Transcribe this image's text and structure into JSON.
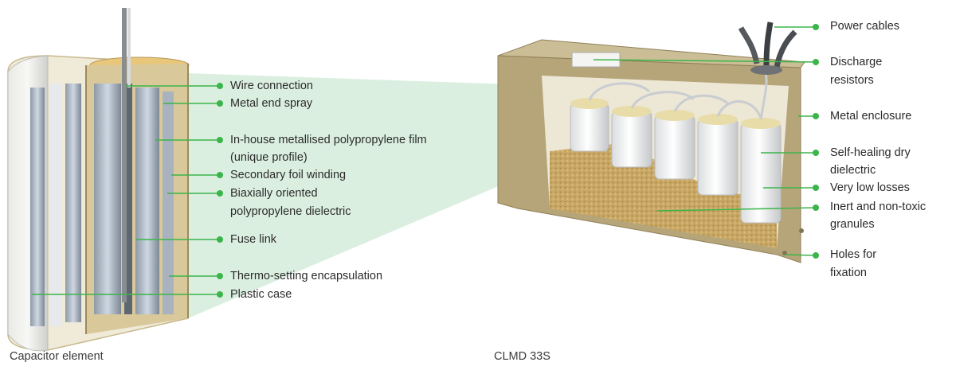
{
  "left_labels": {
    "wire_connection": "Wire connection",
    "metal_end_spray": "Metal end spray",
    "film_line1": "In-house metallised polypropylene film",
    "film_line2": "(unique profile)",
    "secondary_foil": "Secondary foil winding",
    "biax_line1": "Biaxially oriented",
    "biax_line2": "polypropylene dielectric",
    "fuse_link": "Fuse link",
    "thermo": "Thermo-setting encapsulation",
    "plastic_case": "Plastic case"
  },
  "right_labels": {
    "power_cables": "Power cables",
    "discharge_line1": "Discharge",
    "discharge_line2": "resistors",
    "metal_enclosure": "Metal enclosure",
    "self_healing_line1": "Self-healing dry",
    "self_healing_line2": "dielectric",
    "low_losses": "Very low losses",
    "inert_line1": "Inert and non-toxic",
    "inert_line2": "granules",
    "holes_line1": "Holes for",
    "holes_line2": "fixation"
  },
  "captions": {
    "left": "Capacitor element",
    "right": "CLMD 33S"
  },
  "colors": {
    "leader_green": "#3bb54a",
    "zoom_fill": "#cfe9d6",
    "case_tan": "#b7a57a",
    "granules": "#c9a865"
  }
}
